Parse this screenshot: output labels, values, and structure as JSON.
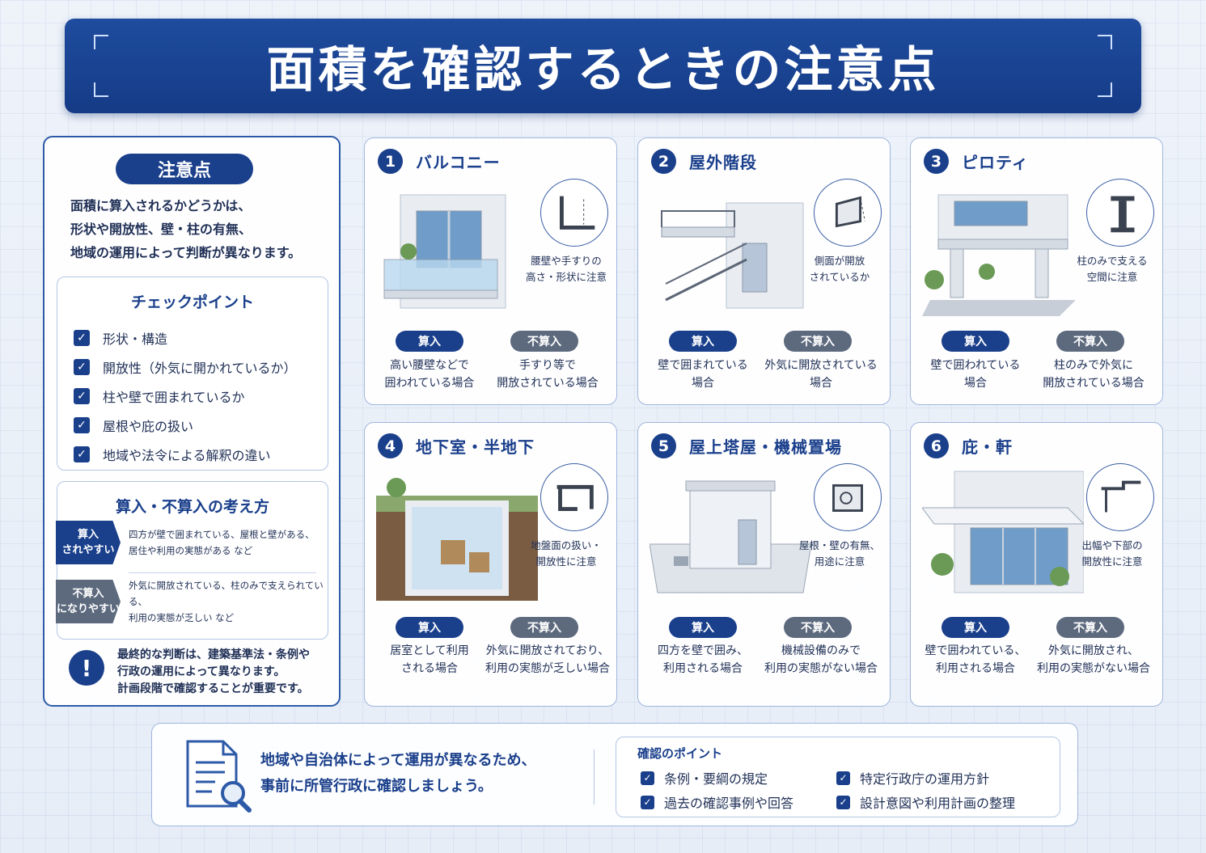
{
  "title": "面積を確認するときの注意点",
  "left": {
    "pill": "注意点",
    "intro": [
      "面積に算入されるかどうかは、",
      "形状や開放性、壁・柱の有無、",
      "地域の運用によって判断が異なります。"
    ],
    "checkpoint_title": "チェックポイント",
    "checkpoints": [
      "形状・構造",
      "開放性（外気に開かれているか）",
      "柱や壁で囲まれているか",
      "屋根や庇の扱い",
      "地域や法令による解釈の違い"
    ],
    "thinking_title": "算入・不算入の考え方",
    "thinking": [
      {
        "tag": [
          "算入",
          "されやすい"
        ],
        "text": [
          "四方が壁で囲まれている、屋根と壁がある、",
          "居住や利用の実態がある など"
        ]
      },
      {
        "tag": [
          "不算入",
          "になりやすい"
        ],
        "text": [
          "外気に開放されている、柱のみで支えられている、",
          "利用の実態が乏しい など"
        ]
      }
    ],
    "notice_symbol": "!",
    "notice": [
      "最終的な判断は、建築基準法・条例や",
      "行政の運用によって異なります。",
      "計画段階で確認することが重要です。"
    ]
  },
  "cards": [
    {
      "num": "1",
      "title": "バルコニー",
      "icon": "wall-height-icon",
      "caption": [
        "腰壁や手すりの",
        "高さ・形状に注意"
      ],
      "in_label": "算入",
      "out_label": "不算入",
      "in_desc": [
        "高い腰壁などで",
        "囲われている場合"
      ],
      "out_desc": [
        "手すり等で",
        "開放されている場合"
      ]
    },
    {
      "num": "2",
      "title": "屋外階段",
      "icon": "side-open-icon",
      "caption": [
        "側面が開放",
        "されているか"
      ],
      "in_label": "算入",
      "out_label": "不算入",
      "in_desc": [
        "壁で囲まれている",
        "場合"
      ],
      "out_desc": [
        "外気に開放されている",
        "場合"
      ]
    },
    {
      "num": "3",
      "title": "ピロティ",
      "icon": "column-icon",
      "caption": [
        "柱のみで支える",
        "空間に注意"
      ],
      "in_label": "算入",
      "out_label": "不算入",
      "in_desc": [
        "壁で囲われている",
        "場合"
      ],
      "out_desc": [
        "柱のみで外気に",
        "開放されている場合"
      ]
    },
    {
      "num": "4",
      "title": "地下室・半地下",
      "icon": "basement-section-icon",
      "caption": [
        "地盤面の扱い・",
        "開放性に注意"
      ],
      "in_label": "算入",
      "out_label": "不算入",
      "in_desc": [
        "居室として利用",
        "される場合"
      ],
      "out_desc": [
        "外気に開放されており、",
        "利用の実態が乏しい場合"
      ]
    },
    {
      "num": "5",
      "title": "屋上塔屋・機械置場",
      "icon": "machine-box-icon",
      "caption": [
        "屋根・壁の有無、",
        "用途に注意"
      ],
      "in_label": "算入",
      "out_label": "不算入",
      "in_desc": [
        "四方を壁で囲み、",
        "利用される場合"
      ],
      "out_desc": [
        "機械設備のみで",
        "利用の実態がない場合"
      ]
    },
    {
      "num": "6",
      "title": "庇・軒",
      "icon": "eave-icon",
      "caption": [
        "出幅や下部の",
        "開放性に注意"
      ],
      "in_label": "算入",
      "out_label": "不算入",
      "in_desc": [
        "壁で囲われている、",
        "利用される場合"
      ],
      "out_desc": [
        "外気に開放され、",
        "利用の実態がない場合"
      ]
    }
  ],
  "bottom": {
    "message": [
      "地域や自治体によって運用が異なるため、",
      "事前に所管行政に確認しましょう。"
    ],
    "confirm_title": "確認のポイント",
    "confirm_items": [
      "条例・要綱の規定",
      "特定行政庁の運用方針",
      "過去の確認事例や回答",
      "設計意図や利用計画の整理"
    ]
  },
  "colors": {
    "navy": "#1a3f8b",
    "gray": "#5d6a7e",
    "border": "#9fb6dc"
  }
}
